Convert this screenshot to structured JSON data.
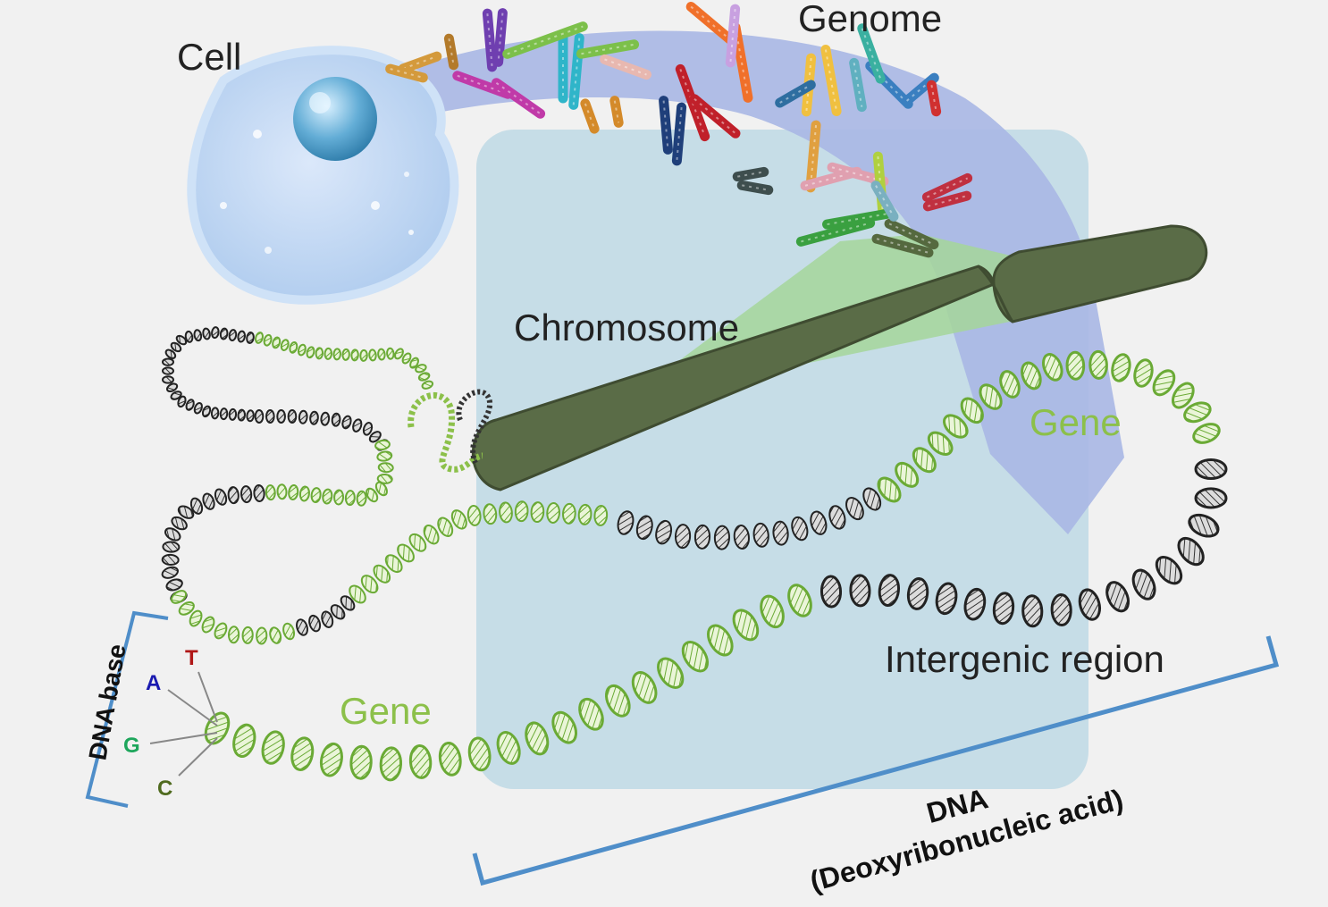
{
  "labels": {
    "cell": "Cell",
    "genome": "Genome",
    "chromosome": "Chromosome",
    "gene_upper": "Gene",
    "gene_lower": "Gene",
    "intergenic": "Intergenic region",
    "dna_base": "DNA base",
    "dna_line1": "DNA",
    "dna_line2": "(Deoxyribonucleic acid)"
  },
  "bases": {
    "t": "T",
    "a": "A",
    "g": "G",
    "c": "C"
  },
  "colors": {
    "background": "#f1f1f1",
    "panel": "#c6dde7",
    "arrow": "#a9b7e4",
    "cell_body": "#b9d4f0",
    "nucleus": "#3e8fbf",
    "chromosome": "#5a6c47",
    "gene_green": "#6aaa35",
    "intergenic_dark": "#2b2b2b",
    "bracket": "#4f8ec9",
    "base_t": "#b01717",
    "base_a": "#1a1ab0",
    "base_g": "#1ea65c",
    "base_c": "#4f6a1e"
  }
}
